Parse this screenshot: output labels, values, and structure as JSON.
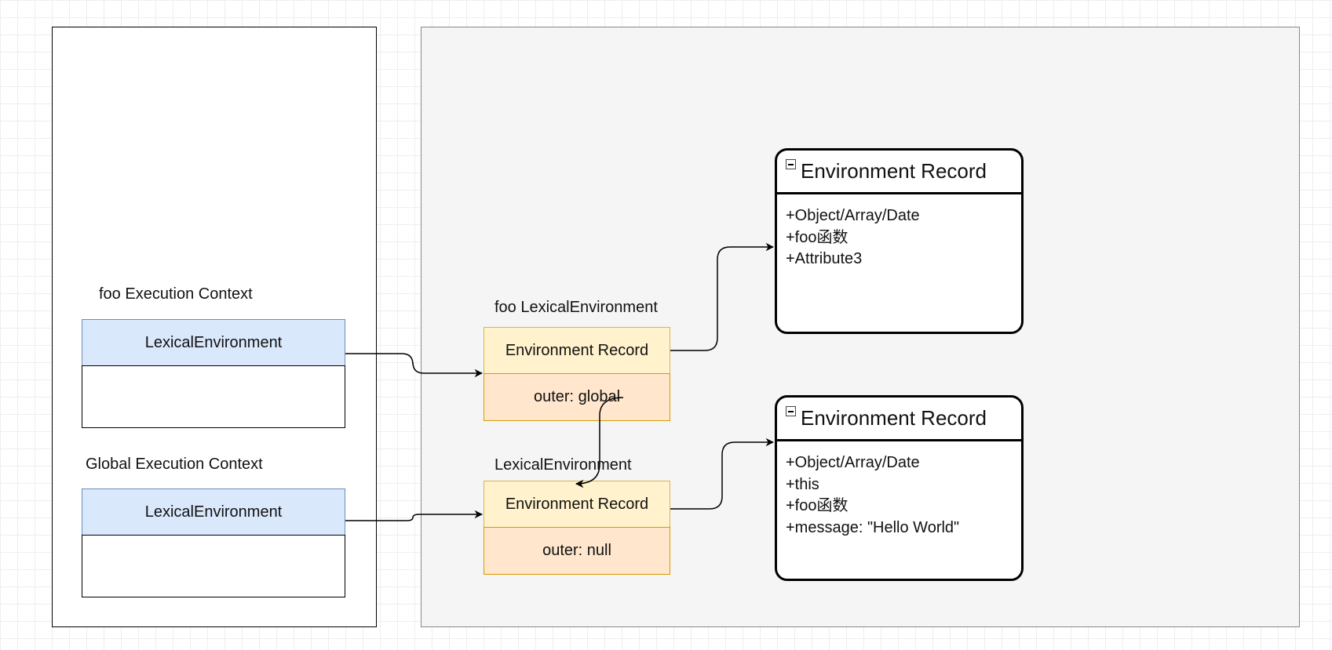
{
  "contexts": {
    "foo": {
      "title": "foo Execution Context",
      "lex_label": "LexicalEnvironment"
    },
    "global": {
      "title": "Global Execution Context",
      "lex_label": "LexicalEnvironment"
    }
  },
  "lexical_envs": {
    "foo": {
      "title": "foo LexicalEnvironment",
      "record_label": "Environment Record",
      "outer_label": "outer: global"
    },
    "global": {
      "title": "LexicalEnvironment",
      "record_label": "Environment Record",
      "outer_label": "outer: null"
    }
  },
  "records": {
    "foo": {
      "title": "Environment Record",
      "attributes": [
        "+Object/Array/Date",
        "+foo函数",
        "+Attribute3"
      ]
    },
    "global": {
      "title": "Environment Record",
      "attributes": [
        "+Object/Array/Date",
        "+this",
        "+foo函数",
        "+message: \"Hello World\""
      ]
    }
  },
  "colors": {
    "context_header_fill": "#dae8fc",
    "context_header_stroke": "#6c8ebf",
    "record_fill": "#fff2cc",
    "record_stroke": "#d6b656",
    "outer_fill": "#ffe6cc",
    "outer_stroke": "#d79b00",
    "panel_fill": "#f5f5f5"
  }
}
